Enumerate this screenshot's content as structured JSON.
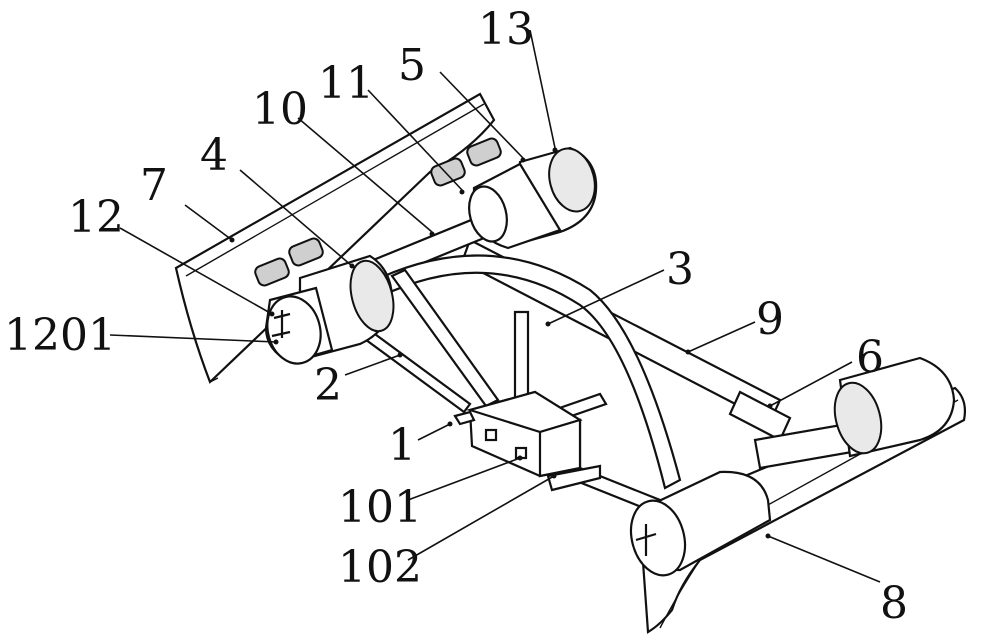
{
  "figure": {
    "labels": [
      {
        "id": "13",
        "text": "13"
      },
      {
        "id": "5",
        "text": "5"
      },
      {
        "id": "11",
        "text": "11"
      },
      {
        "id": "10",
        "text": "10"
      },
      {
        "id": "4",
        "text": "4"
      },
      {
        "id": "7",
        "text": "7"
      },
      {
        "id": "12",
        "text": "12"
      },
      {
        "id": "1201",
        "text": "1201"
      },
      {
        "id": "3",
        "text": "3"
      },
      {
        "id": "9",
        "text": "9"
      },
      {
        "id": "6",
        "text": "6"
      },
      {
        "id": "2",
        "text": "2"
      },
      {
        "id": "1",
        "text": "1"
      },
      {
        "id": "101",
        "text": "101"
      },
      {
        "id": "102",
        "text": "102"
      },
      {
        "id": "8",
        "text": "8"
      }
    ]
  }
}
